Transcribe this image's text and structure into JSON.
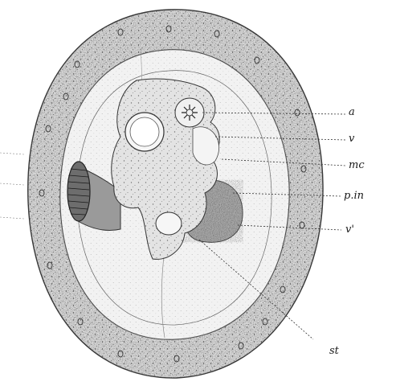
{
  "figure": {
    "labels": {
      "a": "a",
      "v": "v",
      "mc": "mc",
      "p_in": "p.in",
      "v_prime": "v'",
      "st": "st"
    }
  }
}
